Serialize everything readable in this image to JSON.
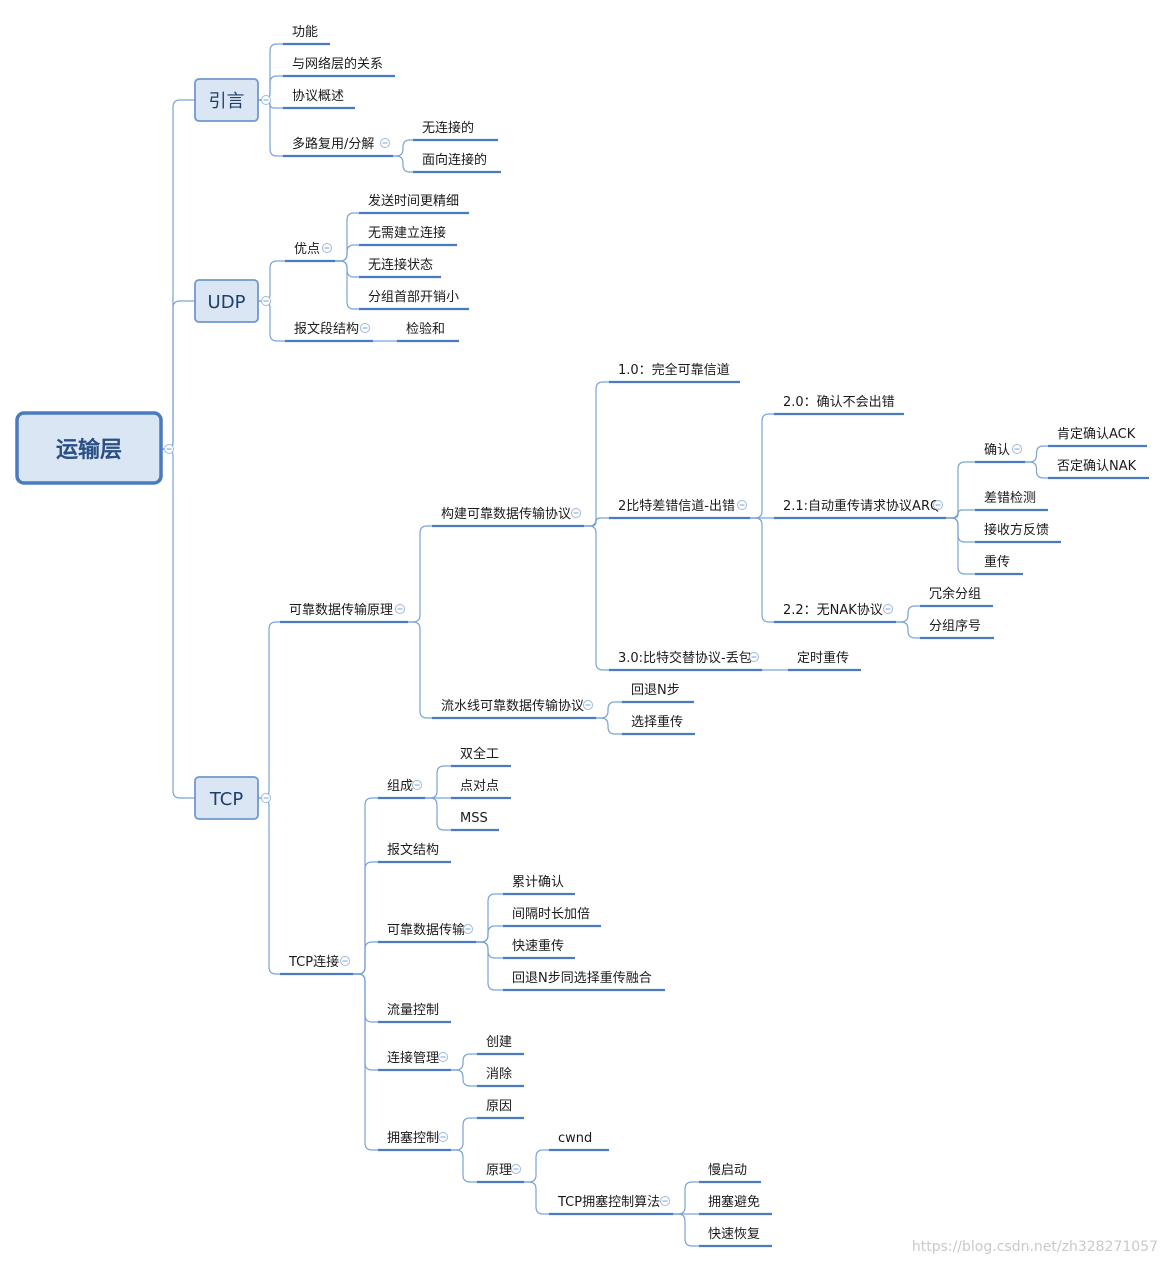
{
  "diagram": {
    "node": {
      "root": "运输层",
      "intro": "引言",
      "intro_func": "功能",
      "intro_rel": "与网络层的关系",
      "intro_overview": "协议概述",
      "intro_mux": "多路复用/分解",
      "mux_cl": "无连接的",
      "mux_co": "面向连接的",
      "udp": "UDP",
      "udp_adv": "优点",
      "adv1": "发送时间更精细",
      "adv2": "无需建立连接",
      "adv3": "无连接状态",
      "adv4": "分组首部开销小",
      "udp_seg": "报文段结构",
      "udp_chk": "检验和",
      "tcp": "TCP",
      "rdt": "可靠数据传输原理",
      "build": "构建可靠数据传输协议",
      "rdt10": "1.0：完全可靠信道",
      "rdt2": "2比特差错信道-出错",
      "rdt20": "2.0：确认不会出错",
      "rdt21": "2.1:自动重传请求协议ARQ",
      "ack": "确认",
      "ack_pos": "肯定确认ACK",
      "ack_neg": "否定确认NAK",
      "err_det": "差错检测",
      "recv_fb": "接收方反馈",
      "retx": "重传",
      "rdt22": "2.2：无NAK协议",
      "dup": "冗余分组",
      "seq": "分组序号",
      "rdt30": "3.0:比特交替协议-丢包",
      "timer": "定时重传",
      "pipe": "流水线可靠数据传输协议",
      "gbn": "回退N步",
      "sr": "选择重传",
      "tcpconn": "TCP连接",
      "comp": "组成",
      "duplex": "双全工",
      "p2p": "点对点",
      "mss": "MSS",
      "tcp_seg": "报文结构",
      "tcp_rdt": "可靠数据传输",
      "cum": "累计确认",
      "dbl": "间隔时长加倍",
      "fast": "快速重传",
      "merge": "回退N步同选择重传融合",
      "flow": "流量控制",
      "connmgmt": "连接管理",
      "create": "创建",
      "remove": "消除",
      "cong": "拥塞控制",
      "reason": "原因",
      "principle": "原理",
      "cwnd": "cwnd",
      "algo": "TCP拥塞控制算法",
      "slow": "慢启动",
      "avoid": "拥塞避免",
      "recover": "快速恢复"
    },
    "watermark": "https://blog.csdn.net/zh328271057"
  }
}
